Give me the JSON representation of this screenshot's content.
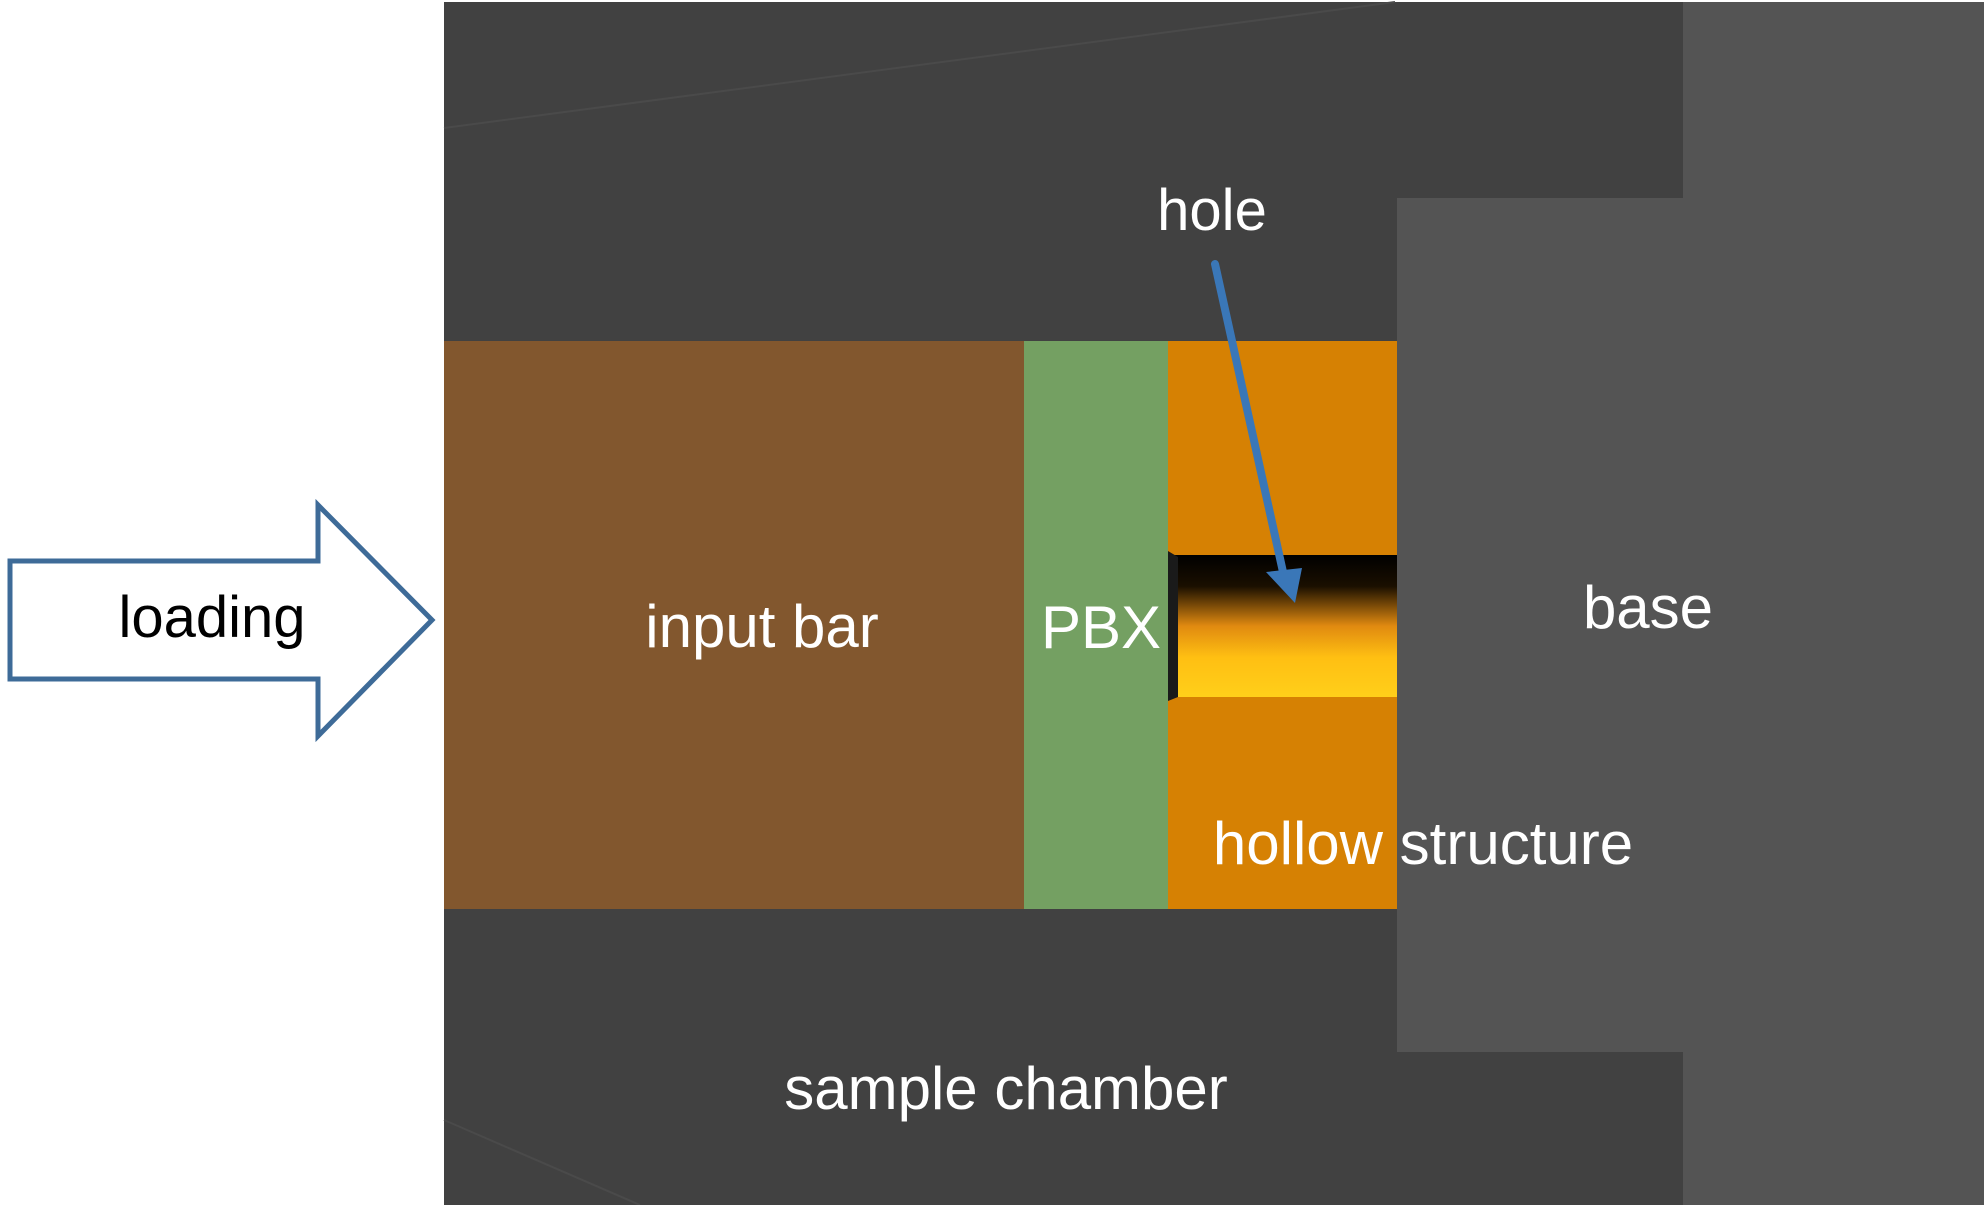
{
  "labels": {
    "loading": "loading",
    "input_bar": "input bar",
    "pbx": "PBX",
    "hole": "hole",
    "base": "base",
    "hollow_structure": "hollow structure",
    "sample_chamber": "sample chamber"
  },
  "colors": {
    "chamber": "#414141",
    "base": "#545454",
    "input_bar": "#82572e",
    "pbx": "#74a062",
    "hollow_structure": "#d68103",
    "hole_dark": "#000000",
    "hole_light": "#ffc511",
    "arrow_outline": "#3e6b98",
    "pointer_arrow": "#3a77b8",
    "label_light": "#ffffff",
    "label_dark": "#000000"
  }
}
